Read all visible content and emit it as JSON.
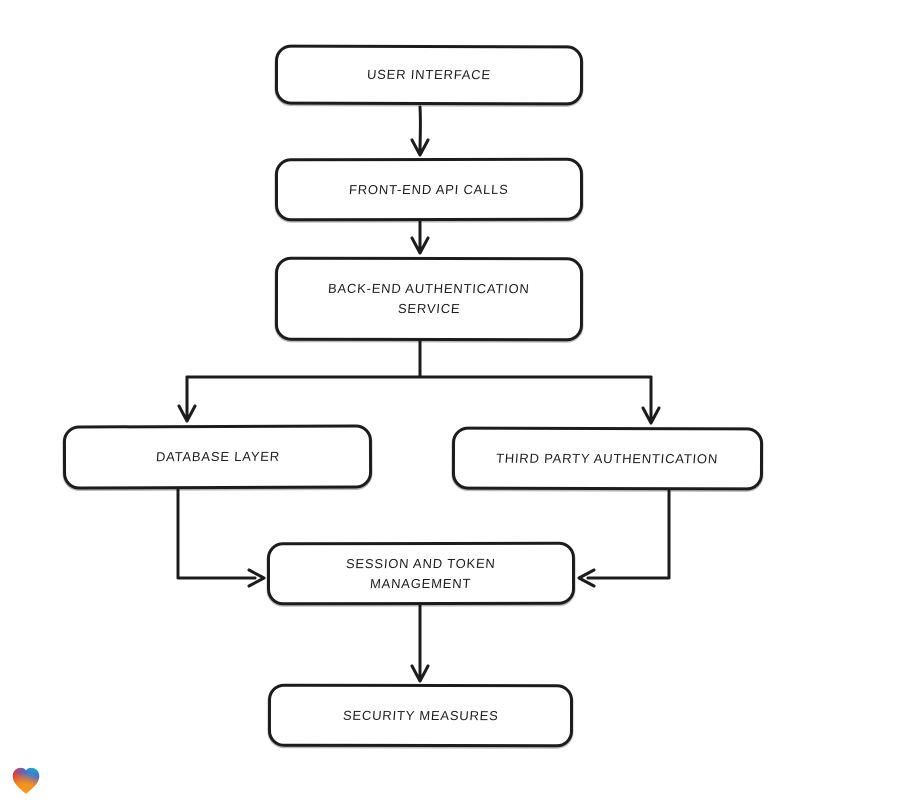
{
  "colors": {
    "stroke": "#1c1c1c",
    "background": "#ffffff",
    "text": "#1e1e1e"
  },
  "diagram": {
    "type": "flowchart",
    "nodes": [
      {
        "id": "user-interface",
        "label": "USER INTERFACE",
        "lines": [
          "USER INTERFACE"
        ]
      },
      {
        "id": "front-end-api-calls",
        "label": "FRONT-END API CALLS",
        "lines": [
          "FRONT-END API CALLS"
        ]
      },
      {
        "id": "back-end-authentication-service",
        "label": "BACK-END AUTHENTICATION SERVICE",
        "lines": [
          "BACK-END AUTHENTICATION",
          "SERVICE"
        ]
      },
      {
        "id": "database-layer",
        "label": "DATABASE LAYER",
        "lines": [
          "DATABASE LAYER"
        ]
      },
      {
        "id": "third-party-authentication",
        "label": "THIRD PARTY AUTHENTICATION",
        "lines": [
          "THIRD PARTY AUTHENTICATION"
        ]
      },
      {
        "id": "session-and-token-management",
        "label": "SESSION AND TOKEN MANAGEMENT",
        "lines": [
          "SESSION AND TOKEN",
          "MANAGEMENT"
        ]
      },
      {
        "id": "security-measures",
        "label": "SECURITY MEASURES",
        "lines": [
          "SECURITY MEASURES"
        ]
      }
    ],
    "edges": [
      {
        "from": "user-interface",
        "to": "front-end-api-calls"
      },
      {
        "from": "front-end-api-calls",
        "to": "back-end-authentication-service"
      },
      {
        "from": "back-end-authentication-service",
        "to": "database-layer"
      },
      {
        "from": "back-end-authentication-service",
        "to": "third-party-authentication"
      },
      {
        "from": "database-layer",
        "to": "session-and-token-management"
      },
      {
        "from": "third-party-authentication",
        "to": "session-and-token-management"
      },
      {
        "from": "session-and-token-management",
        "to": "security-measures"
      }
    ]
  },
  "logo": {
    "name": "heart-logo",
    "colors": {
      "red": "#e23a3d",
      "teal": "#14b3c9",
      "blue": "#3c6ee0",
      "orange": "#f79b1c"
    }
  }
}
